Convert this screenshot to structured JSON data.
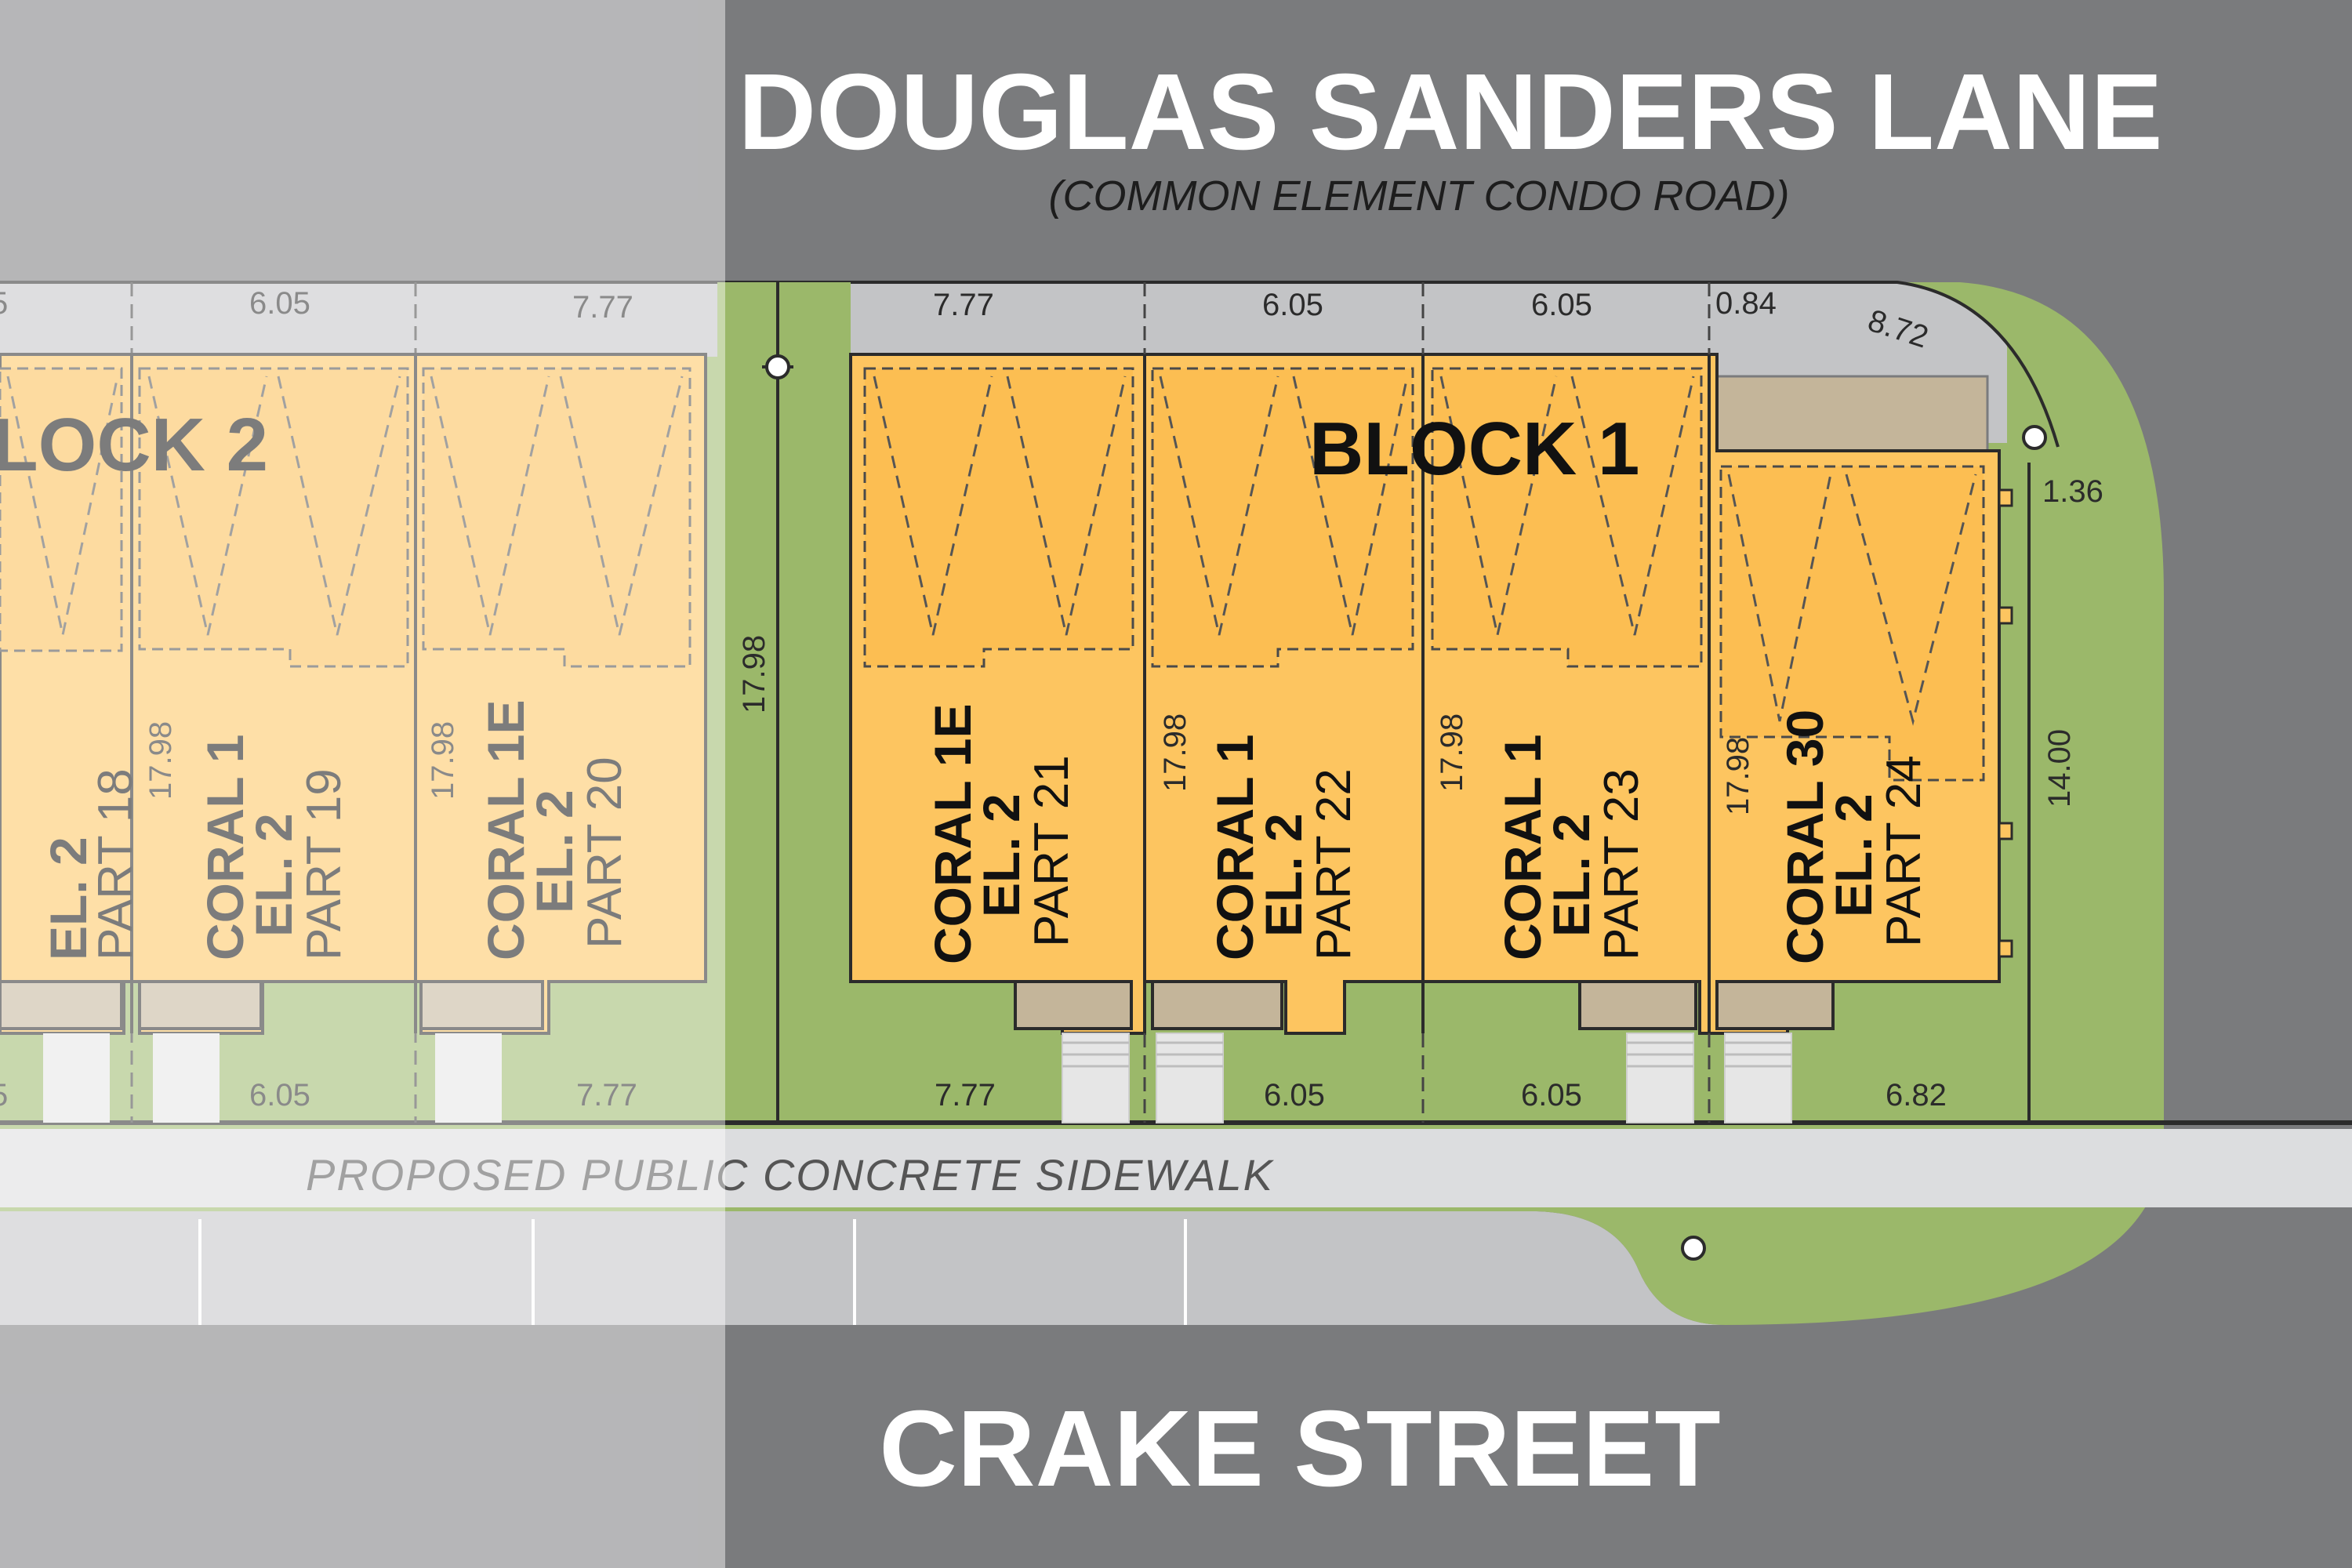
{
  "streets": {
    "top_name": "DOUGLAS SANDERS LANE",
    "top_subtitle": "(COMMON ELEMENT CONDO ROAD)",
    "bottom_name": "CRAKE STREET",
    "sidewalk": "PROPOSED PUBLIC CONCRETE SIDEWALK"
  },
  "blocks": {
    "block1": "BLOCK 1",
    "block2_partial": "LOCK 2"
  },
  "dimensions": {
    "top": [
      "5",
      "6.05",
      "7.77",
      "7.77",
      "6.05",
      "6.05",
      "0.84",
      "8.72"
    ],
    "bottom": [
      "5",
      "6.05",
      "7.77",
      "7.77",
      "6.05",
      "6.05",
      "6.82"
    ],
    "depth": "17.98",
    "side_right": "14.00",
    "corner": "1.36"
  },
  "units": [
    {
      "model": "",
      "el": "EL. 2",
      "part": "PART 18",
      "partial_el": "EL. 2"
    },
    {
      "model": "CORAL 1",
      "el": "EL. 2",
      "part": "PART 19"
    },
    {
      "model": "CORAL 1E",
      "el": "EL. 2",
      "part": "PART 20"
    },
    {
      "model": "CORAL 1E",
      "el": "EL. 2",
      "part": "PART 21"
    },
    {
      "model": "CORAL 1",
      "el": "EL. 2",
      "part": "PART 22"
    },
    {
      "model": "CORAL 1",
      "el": "EL. 2",
      "part": "PART 23"
    },
    {
      "model": "CORAL 30",
      "el": "EL. 2",
      "part": "PART 24"
    }
  ],
  "colors": {
    "asphalt": "#7a7b7d",
    "lot_top_strip": "#c3c4c6",
    "grass": "#9bb86a",
    "building": "#fdc560",
    "garage": "#fcbe52",
    "porch": "#c4b59a",
    "sidewalk": "#dcdddf",
    "dark_line": "#2b2b2b",
    "overlay": "#ffffff"
  }
}
